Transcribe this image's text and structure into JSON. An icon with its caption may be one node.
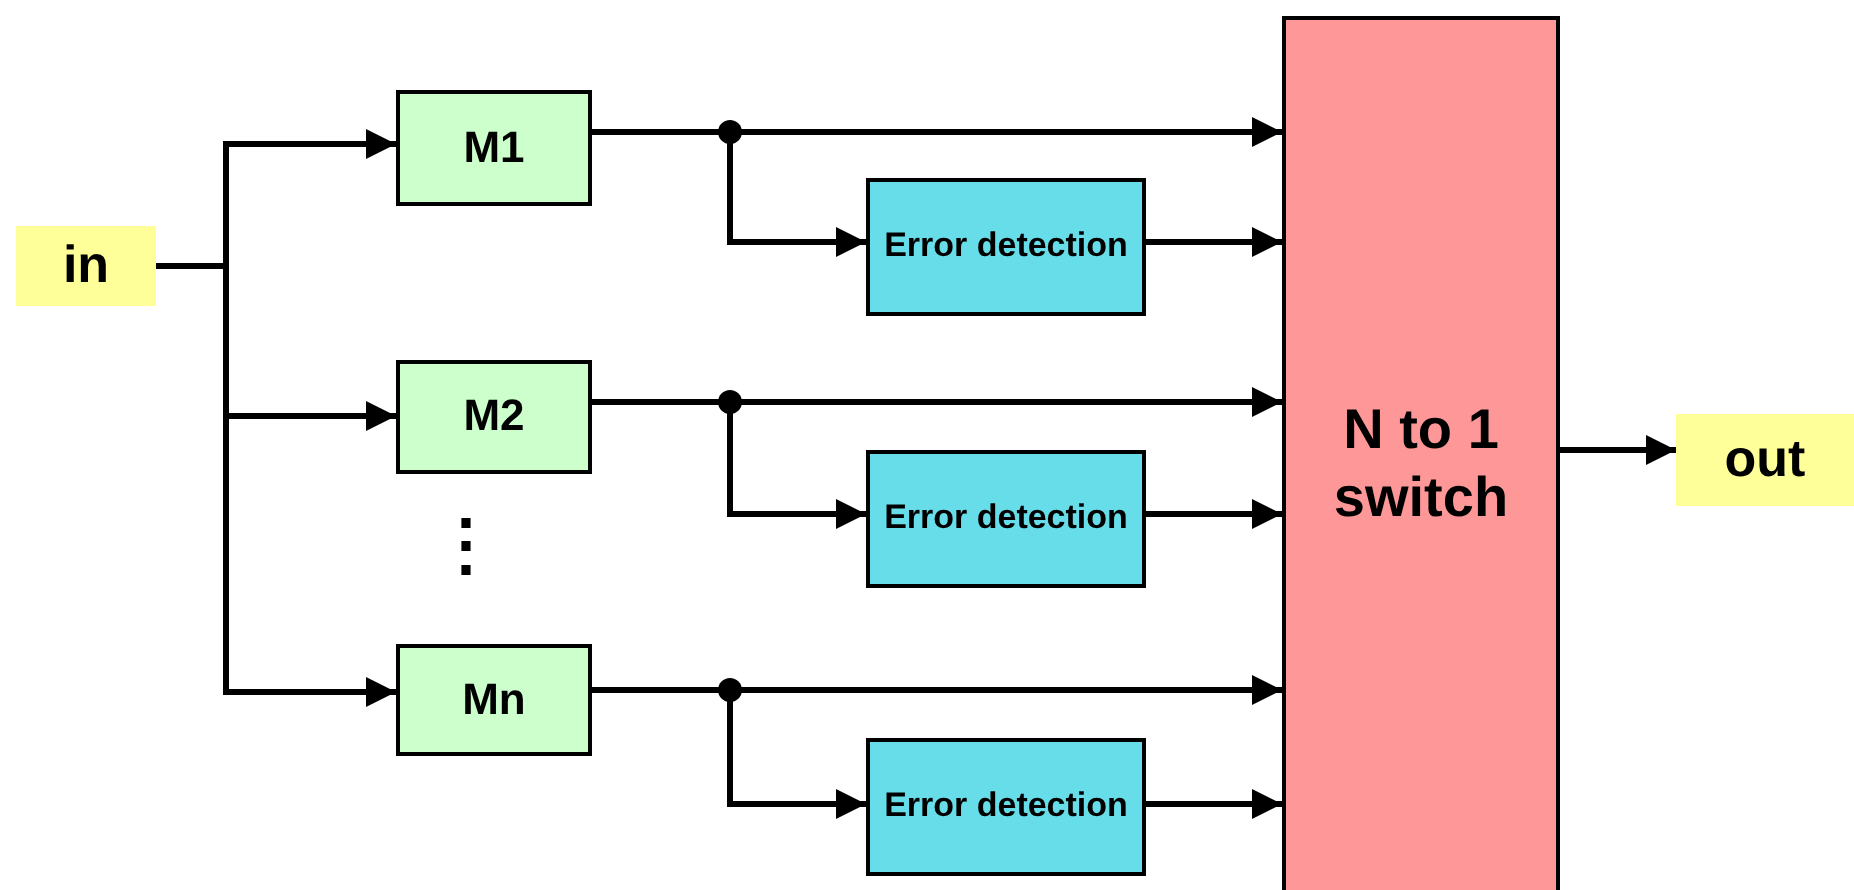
{
  "diagram": {
    "nodes": [
      {
        "text": [
          "in"
        ]
      },
      {
        "text": [
          "M1"
        ]
      },
      {
        "text": [
          "Error detection"
        ]
      },
      {
        "text": [
          "M2"
        ]
      },
      {
        "text": [
          "Error detection"
        ]
      },
      {
        "text": [
          "Mn"
        ]
      },
      {
        "text": [
          "Error detection"
        ]
      },
      {
        "text": [
          "N to 1 switch"
        ]
      },
      {
        "text": [
          "out"
        ]
      }
    ],
    "edges": [
      {
        "from": 0,
        "to": 1,
        "arrow": "to"
      },
      {
        "from": 0,
        "to": 3,
        "arrow": "to"
      },
      {
        "from": 0,
        "to": 5,
        "arrow": "to"
      },
      {
        "from": 1,
        "to": 7,
        "arrow": "to"
      },
      {
        "from": 1,
        "to": 2,
        "arrow": "to"
      },
      {
        "from": 2,
        "to": 7,
        "arrow": "to"
      },
      {
        "from": 3,
        "to": 7,
        "arrow": "to"
      },
      {
        "from": 3,
        "to": 4,
        "arrow": "to"
      },
      {
        "from": 4,
        "to": 7,
        "arrow": "to"
      },
      {
        "from": 5,
        "to": 7,
        "arrow": "to"
      },
      {
        "from": 5,
        "to": 6,
        "arrow": "to"
      },
      {
        "from": 6,
        "to": 7,
        "arrow": "to"
      },
      {
        "from": 7,
        "to": 8,
        "arrow": "to"
      }
    ],
    "labels": [
      "⋮"
    ]
  }
}
